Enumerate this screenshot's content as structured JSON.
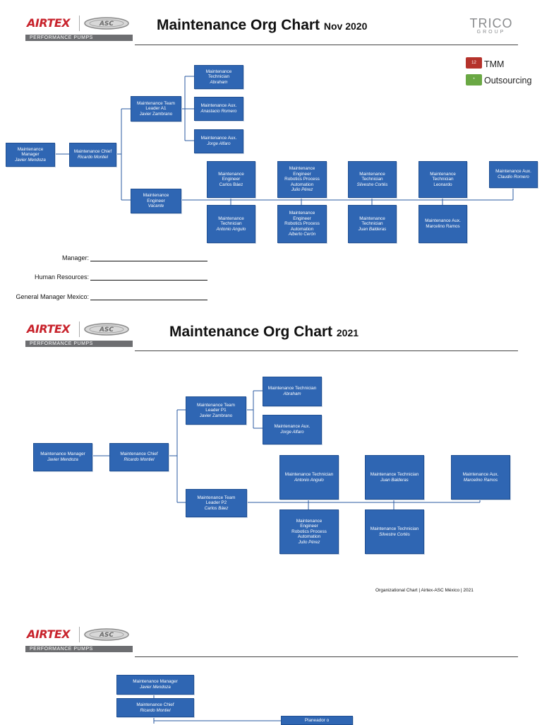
{
  "brand": {
    "airtex": "AIRTEX",
    "asc": "ASC",
    "performance_pumps": "PERFORMANCE PUMPS",
    "trico_name": "TRICO",
    "trico_group": "GROUP"
  },
  "colors": {
    "box_fill": "#2f66b3",
    "tmm": "#b5322b",
    "outsourcing": "#6aa844",
    "airtex_red": "#c8232c"
  },
  "section1": {
    "title": "Maintenance Org Chart",
    "date": "Nov 2020",
    "legend": [
      {
        "badge": "12",
        "label": "TMM"
      },
      {
        "badge": "*",
        "label": "Outsourcing"
      }
    ],
    "nodes": {
      "manager": {
        "title": "Maintenance\nManager",
        "name": "Javier Mendoza"
      },
      "chief": {
        "title": "Maintenance Chief",
        "name": "Ricardo Montiel"
      },
      "leader_a1": {
        "title": "Maintenance Team\nLeader A1",
        "name": "Javier Zambrano"
      },
      "tech_abraham": {
        "title": "Maintenance\nTechnician",
        "name": "Abraham"
      },
      "aux_anastacio": {
        "title": "Maintenance Aux.",
        "name": "Anastacio Romero"
      },
      "aux_jorge": {
        "title": "Maintenance Aux.",
        "name": "Jorge Alfaro"
      },
      "engineer": {
        "title": "Maintenance\nEngineer",
        "name": "Vacante"
      },
      "eng_carlos": {
        "title": "Maintenance\nEngineer",
        "name": "Carlos Báez"
      },
      "eng_julio": {
        "title": "Maintenance\nEngineer\nRobotics Process\nAutomation",
        "name": "Julio Pérez"
      },
      "tech_silvestre": {
        "title": "Maintenance\nTechnician",
        "name": "Silvestre Cortés"
      },
      "tech_leonardo": {
        "title": "Maintenance\nTechnician",
        "name": "Leonardo"
      },
      "aux_claudio": {
        "title": "Maintenance Aux.",
        "name": "Claudio Romero"
      },
      "tech_antonio": {
        "title": "Maintenance\nTechnician",
        "name": "Antonio Angulo"
      },
      "eng_alberto": {
        "title": "Maintenance\nEngineer\nRobotics Process\nAutomation",
        "name": "Alberto Cerón"
      },
      "tech_juan": {
        "title": "Maintenance\nTechnician",
        "name": "Juan Balderas"
      },
      "aux_marcelino": {
        "title": "Maintenance Aux.",
        "name": "Marcelino Ramos"
      }
    },
    "signatures": [
      {
        "label": "Manager:"
      },
      {
        "label": "Human Resources:"
      },
      {
        "label": "General Manager Mexico:"
      }
    ]
  },
  "section2": {
    "title": "Maintenance Org Chart",
    "date": "2021",
    "nodes": {
      "manager": {
        "title": "Maintenance Manager",
        "name": "Javier Mendoza"
      },
      "chief": {
        "title": "Maintenance Chief",
        "name": "Ricardo Montiel"
      },
      "leader_p1": {
        "title": "Maintenance Team\nLeader P1",
        "name": "Javier Zambrano"
      },
      "tech_abraham": {
        "title": "Maintenance Technician",
        "name": "Abraham"
      },
      "aux_jorge": {
        "title": "Maintenance Aux.",
        "name": "Jorge Alfaro"
      },
      "leader_p2": {
        "title": "Maintenance Team\nLeader P2",
        "name": "Carlos Báez"
      },
      "tech_antonio": {
        "title": "Maintenance Technician",
        "name": "Antonio Angulo"
      },
      "tech_juan": {
        "title": "Maintenance Technician",
        "name": "Juan Balderas"
      },
      "aux_marcelino": {
        "title": "Maintenance Aux.",
        "name": "Marcelino Ramos"
      },
      "eng_julio": {
        "title": "Maintenance\nEngineer\nRobotics Process\nAutomation",
        "name": "Julio Pérez"
      },
      "tech_silvestre": {
        "title": "Maintenance Technician",
        "name": "Silvestre Cortés"
      }
    },
    "footer": "Organizational Chart | Airtex-ASC México | 2021"
  },
  "section3": {
    "nodes": {
      "manager": {
        "title": "Maintenance Manager",
        "name": "Javier Mendoza"
      },
      "chief": {
        "title": "Maintenance Chief",
        "name": "Ricardo Montiel"
      },
      "planner": {
        "title": "Planeador o",
        "name": ""
      }
    }
  }
}
